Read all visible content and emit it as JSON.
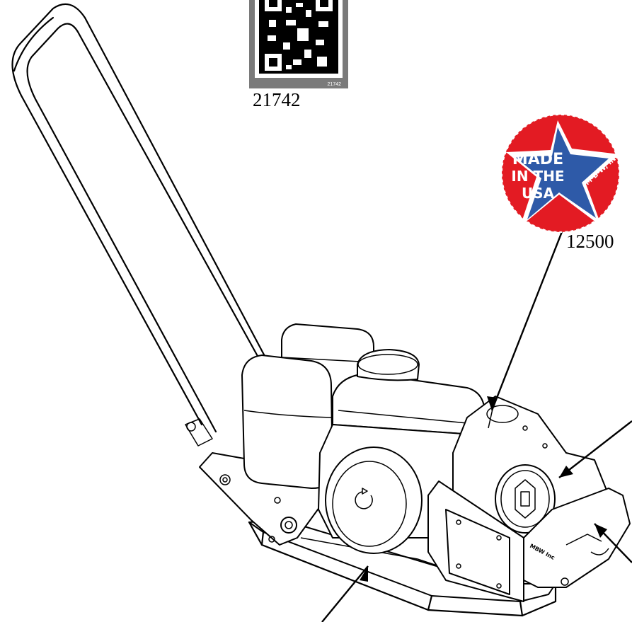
{
  "callouts": {
    "qr_label": "21742",
    "qr_small_text": "21742",
    "decal_label": "12500"
  },
  "decal": {
    "line1": "MADE",
    "line2": "IN THE",
    "line3": "USA",
    "brand": "M-B-W, INC",
    "colors": {
      "red": "#e31b23",
      "blue": "#2e5aa8",
      "white": "#ffffff"
    }
  },
  "machine": {
    "side_text": "MBW Inc"
  }
}
